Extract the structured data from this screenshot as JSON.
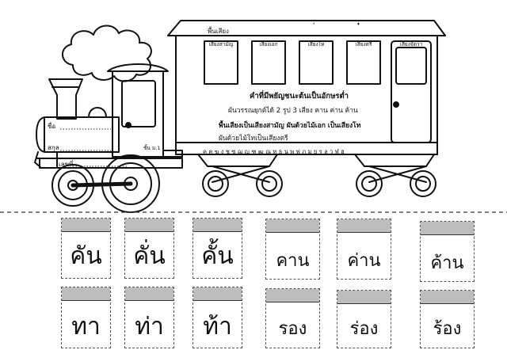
{
  "train": {
    "roof_label": "พื้นเสียง",
    "tone_marks": [
      "่",
      "๋"
    ],
    "window_labels": [
      "เสียงสามัญ",
      "เสียงเอก",
      "เสียงโท",
      "เสียงตรี",
      "เสียงจัตวา"
    ],
    "lines": [
      "คำที่มีพยัญชนะต้นเป็นอักษรต่ำ",
      "ผันวรรณยุกต์ได้ 2 รูป 3 เสียง คาน ค่าน ค้าน",
      "พื้นเสียงเป็นเสียงสามัญ ผันด้วยไม้เอก เป็นเสียงโท",
      "ผันด้วยไม้โทเป็นเสียงตรี"
    ],
    "consonants": "ค ฅ ฆ ง ช ซ ฌ ญ ฑ ฒ ณ ท ธ น พ ฟ ภ ม ย ร ล ว ฬ ฮ",
    "name_label": "ชื่อ",
    "class_label": "สกุล",
    "number_label": "เลขที่",
    "class_word": "ชั้น ม.1"
  },
  "cards": {
    "row1": [
      "คัน",
      "คั่น",
      "คั้น",
      "คาน",
      "ค่าน",
      "ค้าน"
    ],
    "row2": [
      "ทา",
      "ท่า",
      "ท้า",
      "รอง",
      "ร่อง",
      "ร้อง"
    ]
  }
}
